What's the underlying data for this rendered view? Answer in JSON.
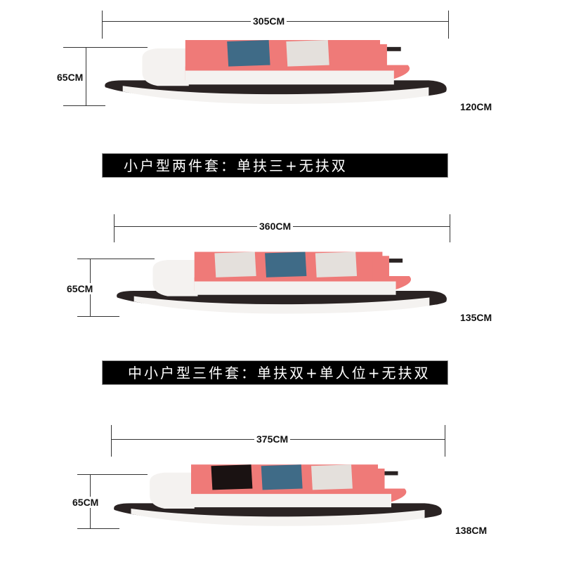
{
  "sections": [
    {
      "width": "305CM",
      "height": "65CM",
      "depth": "120CM",
      "pillows": [
        "#3f6b87",
        "#e4e0dc"
      ]
    },
    {
      "width": "360CM",
      "height": "65CM",
      "depth": "135CM",
      "pillows": [
        "#e4e0dc",
        "#3f6b87",
        "#e4e0dc"
      ]
    },
    {
      "width": "375CM",
      "height": "65CM",
      "depth": "138CM",
      "pillows": [
        "#1a1212",
        "#3f6b87",
        "#e4e0dc"
      ]
    }
  ],
  "banners": [
    "小户型两件套：单扶三+无扶双",
    "中小户型三件套：单扶双+单人位+无扶双"
  ],
  "colors": {
    "pink": "#ef7a78",
    "white": "#f4f2f0",
    "dark": "#2a2323"
  }
}
